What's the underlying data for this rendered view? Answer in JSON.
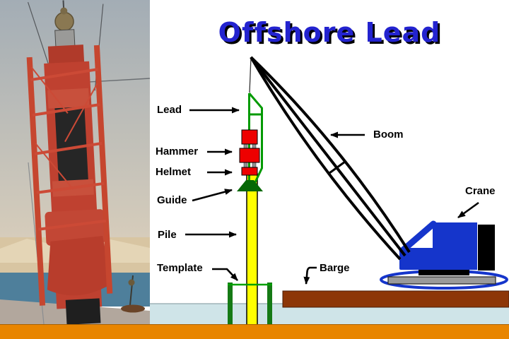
{
  "title": "Offshore Lead",
  "labels": {
    "lead": "Lead",
    "hammer": "Hammer",
    "helmet": "Helmet",
    "guide": "Guide",
    "pile": "Pile",
    "template": "Template",
    "boom": "Boom",
    "crane": "Crane",
    "barge": "Barge"
  },
  "colors": {
    "title_blue": "#2323cf",
    "lead_frame_green": "#009a00",
    "guide_green": "#066806",
    "template_green": "#157a15",
    "hammer_red": "#ee0000",
    "pile_yellow": "#ffff00",
    "crane_blue": "#1535cb",
    "platform_gray": "#9a9a9a",
    "barge_brown": "#8d3607",
    "water_blue": "#cfe4e8",
    "seabed_orange": "#e88500",
    "footer_orange": "#e88500"
  }
}
